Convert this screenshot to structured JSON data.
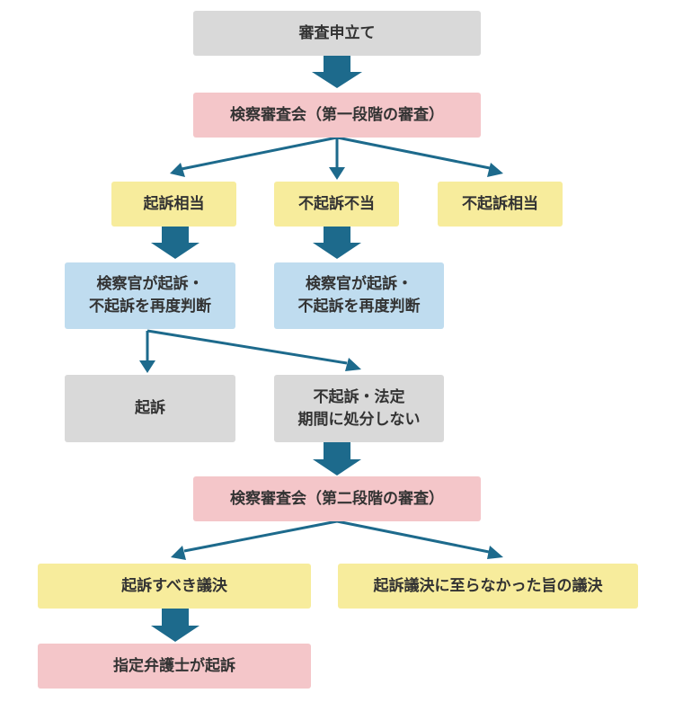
{
  "nodes": {
    "appeal": "審査申立て",
    "review1": "検察審査会（第一段階の審査）",
    "suitable_indict": "起訴相当",
    "nonindict_improper": "不起訴不当",
    "nonindict_suitable": "不起訴相当",
    "prosecutor_redecide_a_line1": "検察官が起訴・",
    "prosecutor_redecide_a_line2": "不起訴を再度判断",
    "prosecutor_redecide_b_line1": "検察官が起訴・",
    "prosecutor_redecide_b_line2": "不起訴を再度判断",
    "indictment": "起訴",
    "nonindict_line1": "不起訴・法定",
    "nonindict_line2": "期間に処分しない",
    "review2": "検察審査会（第二段階の審査）",
    "should_indict": "起訴すべき議決",
    "not_reach": "起訴議決に至らなかった旨の議決",
    "lawyer_indict": "指定弁護士が起訴"
  },
  "colors": {
    "gray": "#d9d9d9",
    "pink": "#f4c6c9",
    "yellow": "#f7ec9c",
    "blue": "#bfdcef",
    "arrow": "#1d6a8c"
  }
}
